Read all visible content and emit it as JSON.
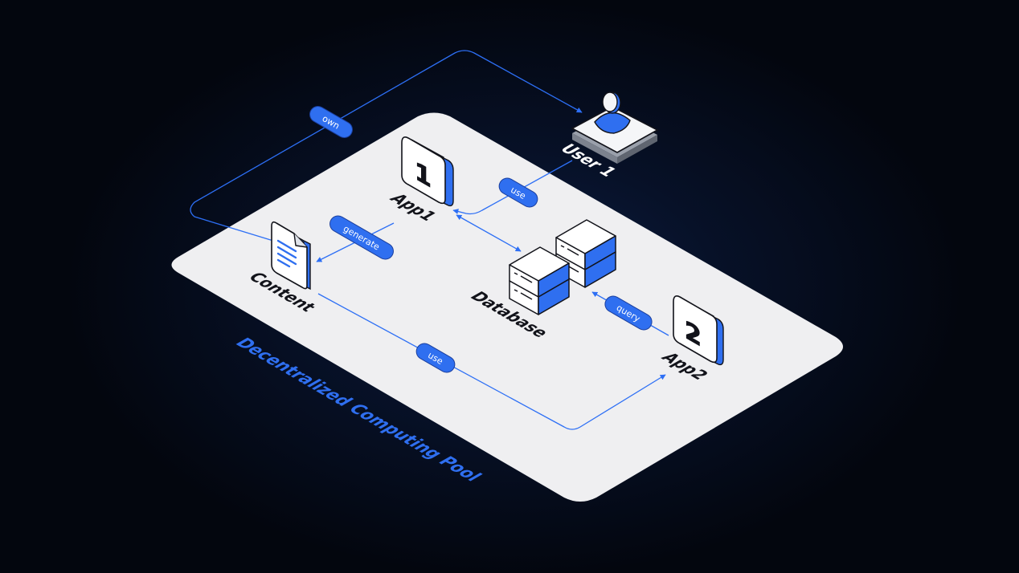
{
  "pool": {
    "label": "Decentralized Computing Pool"
  },
  "nodes": {
    "user": {
      "label": "User 1"
    },
    "app1": {
      "label": "App1",
      "badge": "1",
      "badge_color": "#f26b1d"
    },
    "app2": {
      "label": "App2",
      "badge": "2",
      "badge_color": "#9b3cf2"
    },
    "content": {
      "label": "Content"
    },
    "database": {
      "label": "Database"
    }
  },
  "edges": {
    "own": "own",
    "use_user_app1": "use",
    "generate": "generate",
    "query": "query",
    "use_content_app2": "use"
  },
  "colors": {
    "accent": "#2f6ff0",
    "platform": "#efeff1",
    "background": "#03060e",
    "outline": "#12131a"
  }
}
